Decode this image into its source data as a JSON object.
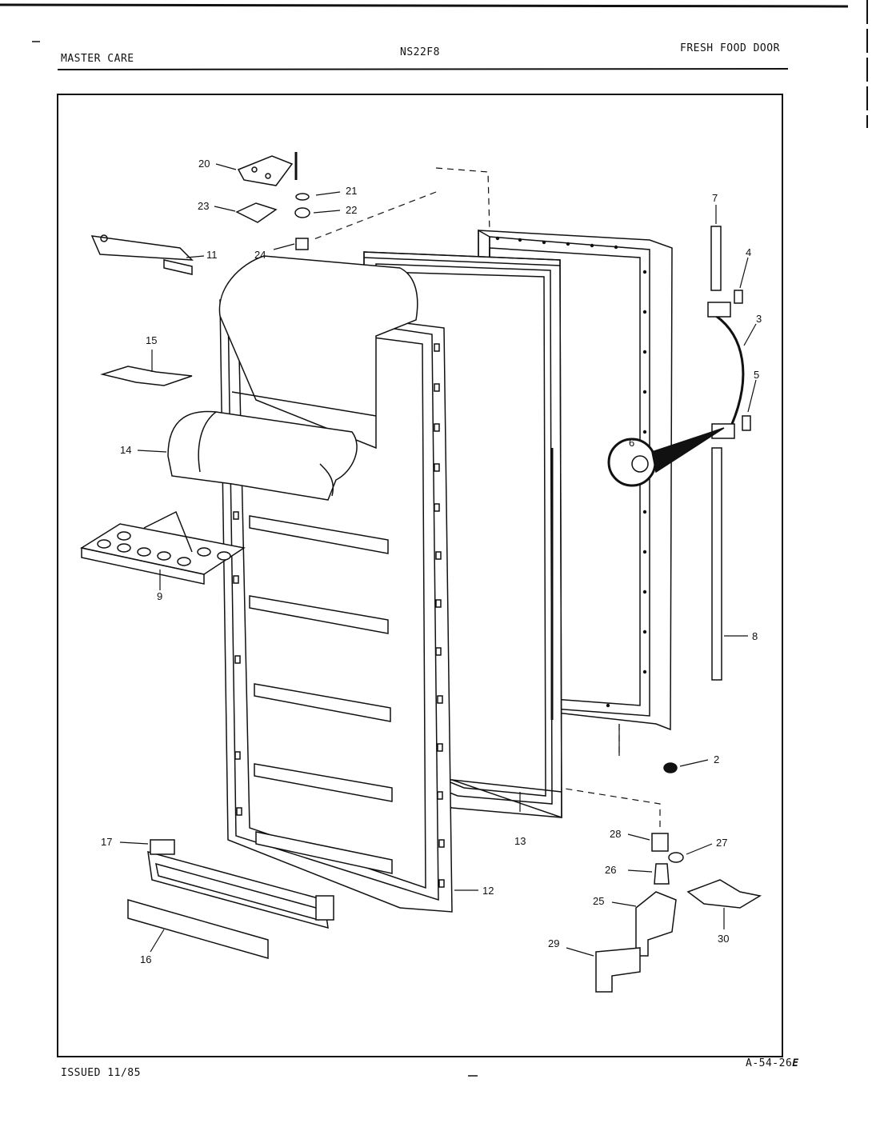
{
  "header": {
    "brand": "MASTER CARE",
    "model": "NS22F8",
    "section": "FRESH FOOD DOOR"
  },
  "footer": {
    "issued": "ISSUED 11/85",
    "code": "A-54-26",
    "code_suffix": "E"
  },
  "callouts": {
    "c2": "2",
    "c3": "3",
    "c4": "4",
    "c5": "5",
    "c6": "6",
    "c7": "7",
    "c8": "8",
    "c9": "9",
    "c11": "11",
    "c12": "12",
    "c13": "13",
    "c14": "14",
    "c15": "15",
    "c16": "16",
    "c17": "17",
    "c20": "20",
    "c21": "21",
    "c22": "22",
    "c23": "23",
    "c24": "24",
    "c25": "25",
    "c26": "26",
    "c27": "27",
    "c28": "28",
    "c29": "29",
    "c30": "30"
  }
}
